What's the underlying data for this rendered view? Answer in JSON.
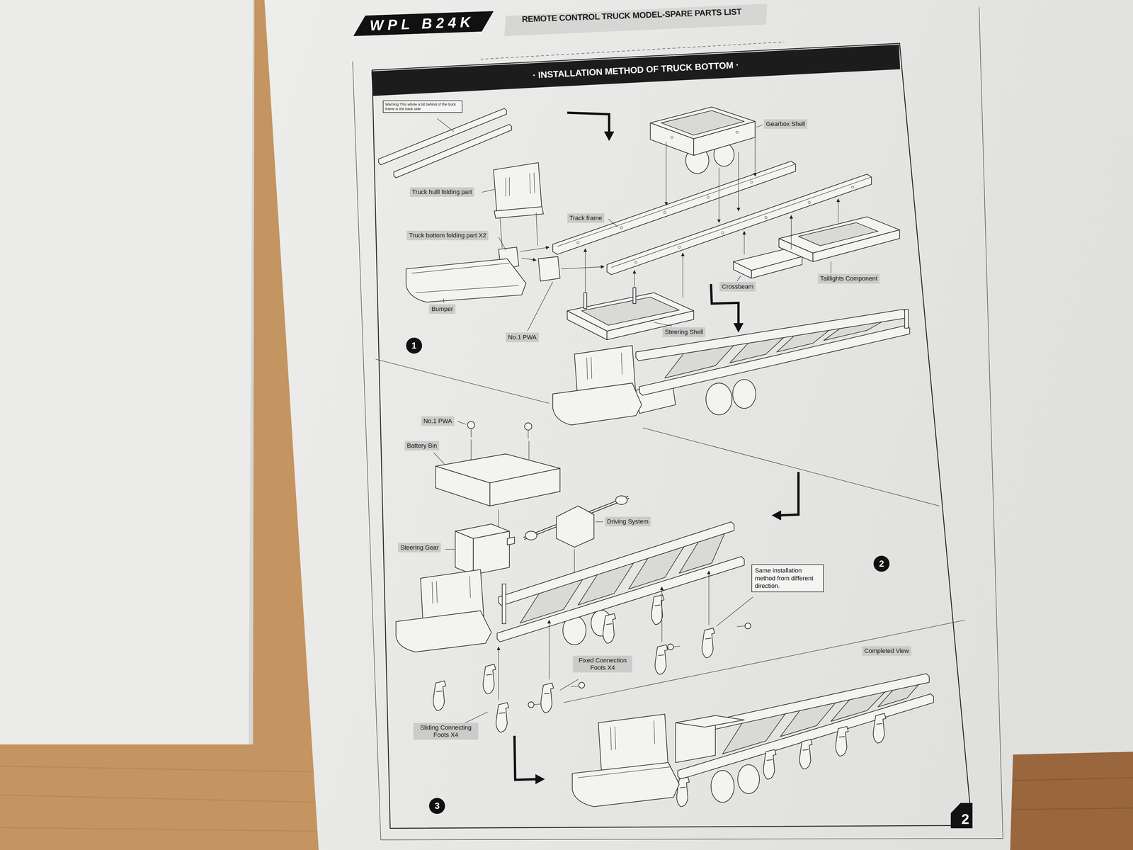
{
  "diagram": {
    "title": "REMOTE CONTROL TRUCK MODEL-SPARE PARTS LIST",
    "nodes": [
      {
        "text": [
          "WPL B24K"
        ]
      },
      {
        "text": [
          "· INSTALLATION METHOD OF TRUCK BOTTOM ·"
        ]
      },
      {
        "text": [
          "Warning:This whole a bit behind of the truck frame is the back side"
        ]
      },
      {
        "text": [
          "Gearbox Shell"
        ]
      },
      {
        "text": [
          "Truck hulll folding part"
        ]
      },
      {
        "text": [
          "Track frame"
        ]
      },
      {
        "text": [
          "Truck bottom folding part X2"
        ]
      },
      {
        "text": [
          "Crossbeam"
        ]
      },
      {
        "text": [
          "Taillights Component"
        ]
      },
      {
        "text": [
          "Bumper"
        ]
      },
      {
        "text": [
          "Steering Shell"
        ]
      },
      {
        "text": [
          "No.1 PWA"
        ]
      },
      {
        "text": [
          "1"
        ]
      },
      {
        "text": [
          "No.1 PWA"
        ]
      },
      {
        "text": [
          "Battery Bin"
        ]
      },
      {
        "text": [
          "Driving System"
        ]
      },
      {
        "text": [
          "Steering Gear"
        ]
      },
      {
        "text": [
          "2"
        ]
      },
      {
        "text": [
          "Same installation method from different direction."
        ]
      },
      {
        "text": [
          "Fixed Connection Foots X4"
        ]
      },
      {
        "text": [
          "Completed View"
        ]
      },
      {
        "text": [
          "Sliding Connecting Foots X4"
        ]
      },
      {
        "text": [
          "3"
        ]
      },
      {
        "text": [
          "2"
        ]
      }
    ]
  }
}
